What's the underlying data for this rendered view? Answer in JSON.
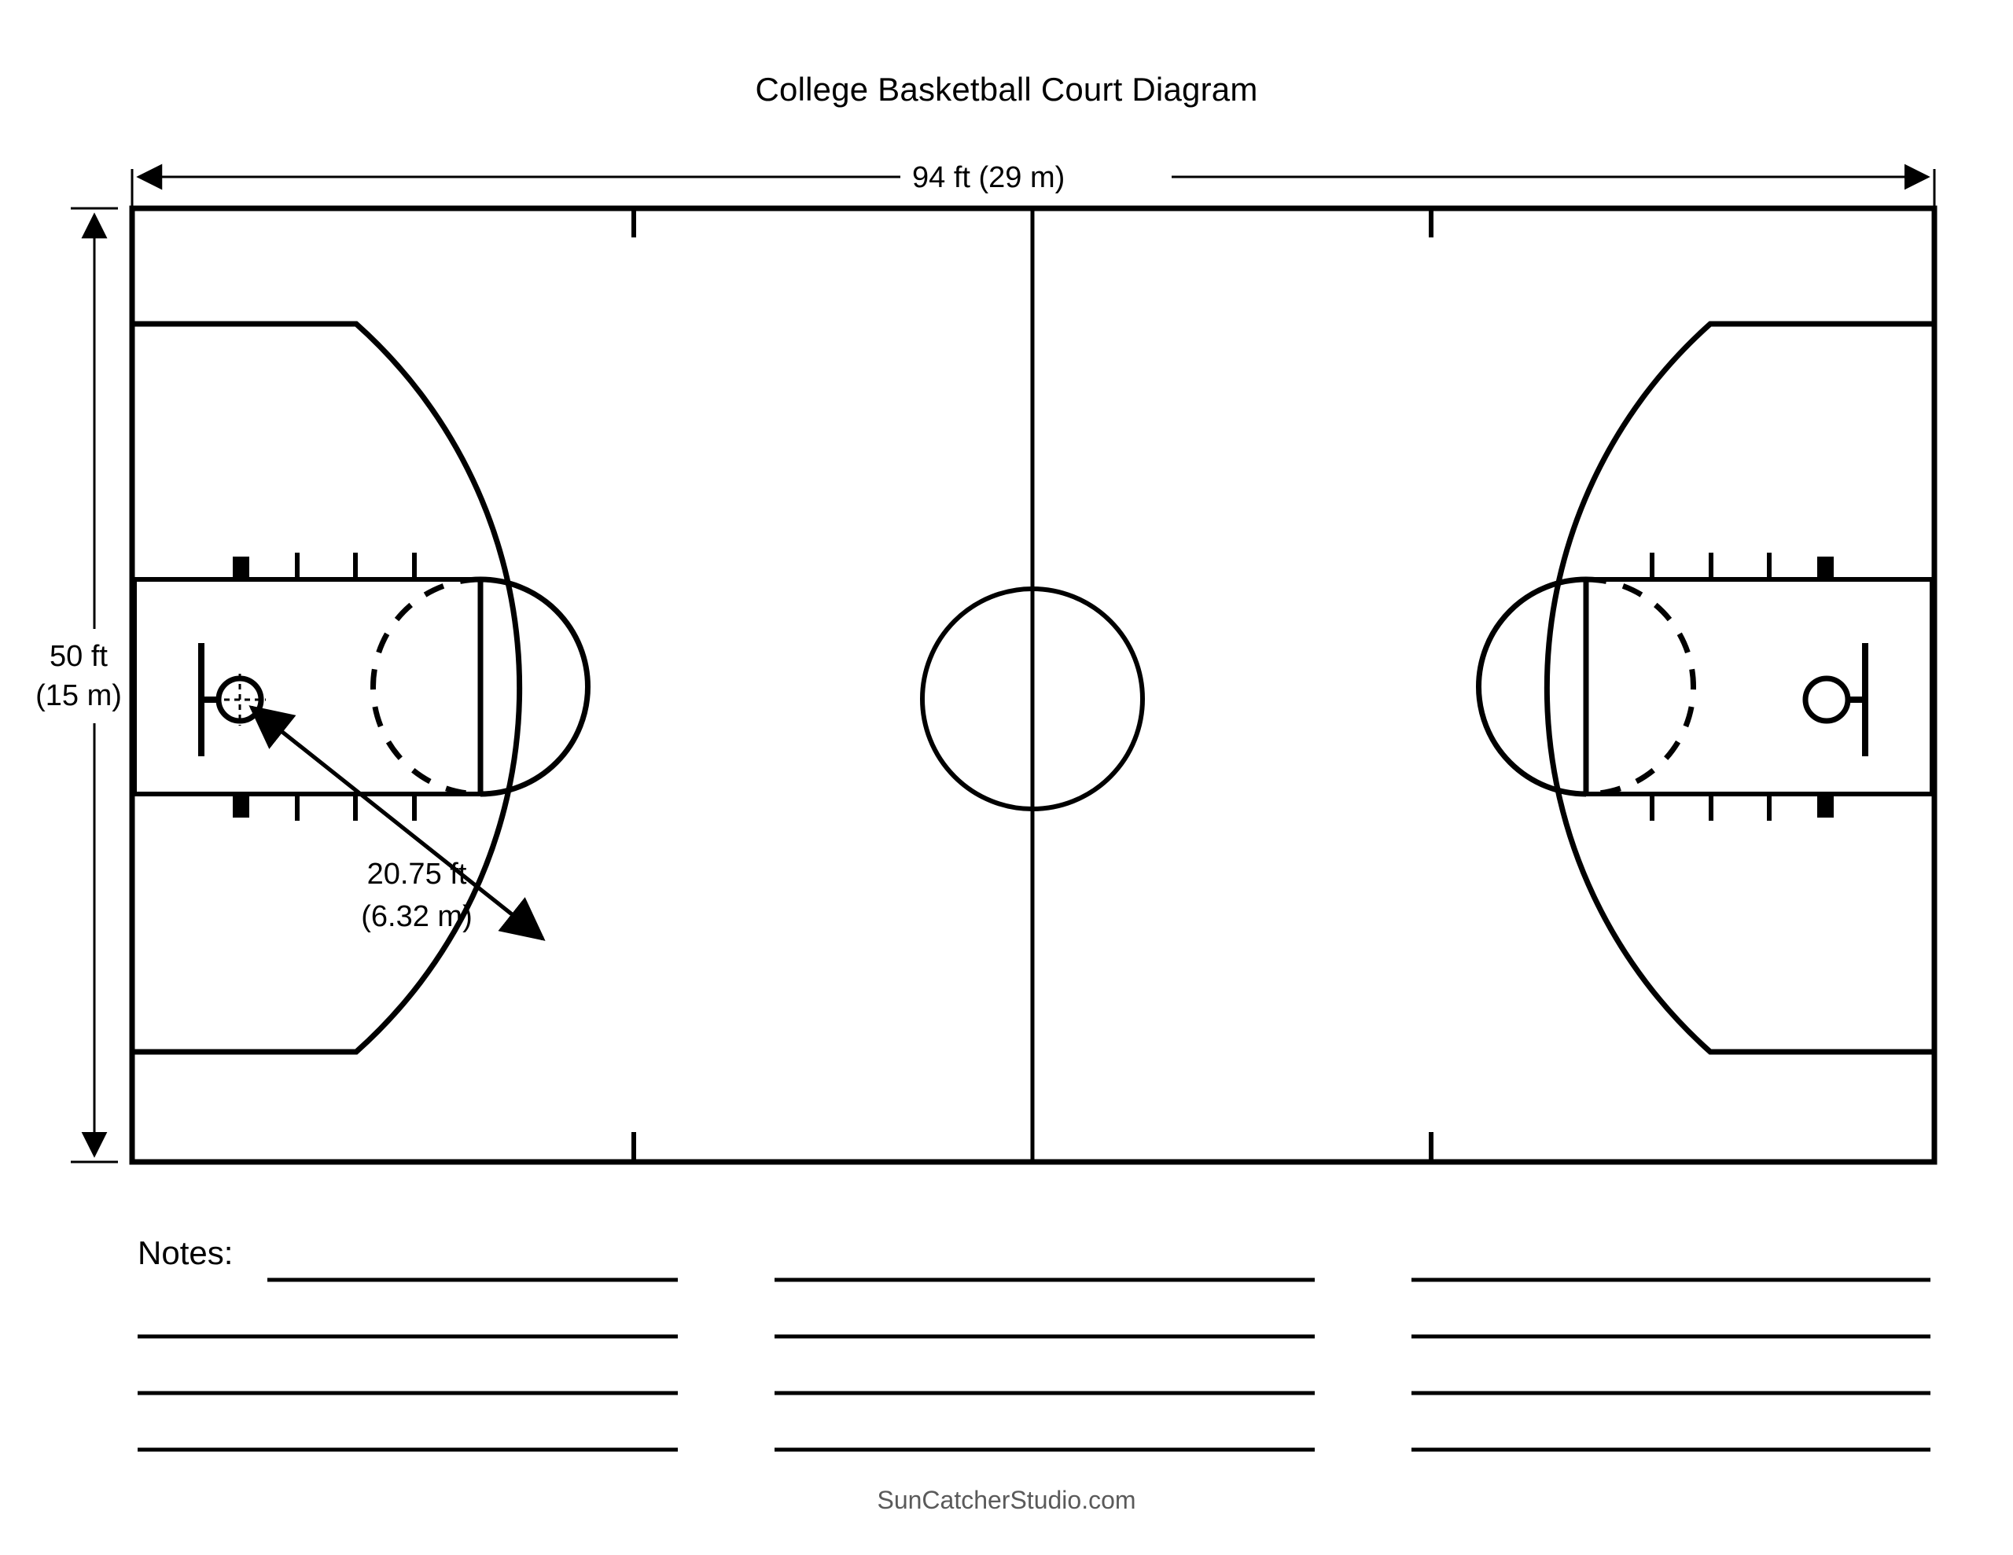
{
  "title": "College Basketball Court Diagram",
  "footer": {
    "credit": "SunCatcherStudio.com"
  },
  "notes": {
    "label": "Notes:",
    "rows": 4,
    "columns": 3
  },
  "dimensions": {
    "width_label": "94 ft (29 m)",
    "height_label_line1": "50 ft",
    "height_label_line2": "(15 m)",
    "three_point_label_line1": "20.75 ft",
    "three_point_label_line2": "(6.32 m)"
  },
  "colors": {
    "line": "#000000",
    "background": "#ffffff",
    "footer_text": "#5a5a5a"
  },
  "chart_data": {
    "type": "diagram",
    "title": "College Basketball Court Diagram",
    "subject": "NCAA college basketball court",
    "annotations": [
      {
        "name": "court-length",
        "text": "94 ft (29 m)",
        "orientation": "horizontal",
        "feet": 94,
        "meters": 29
      },
      {
        "name": "court-width",
        "text": "50 ft (15 m)",
        "orientation": "vertical",
        "feet": 50,
        "meters": 15
      },
      {
        "name": "three-point-radius",
        "text": "20.75 ft (6.32 m)",
        "feet": 20.75,
        "meters": 6.32
      }
    ],
    "features": [
      "court-boundary",
      "midcourt-line",
      "center-circle",
      "left-three-point-line",
      "right-three-point-line",
      "left-key",
      "right-key",
      "left-free-throw-line",
      "right-free-throw-line",
      "left-free-throw-circle-solid",
      "left-free-throw-circle-dashed",
      "right-free-throw-circle-solid",
      "right-free-throw-circle-dashed",
      "left-backboard",
      "left-hoop",
      "right-backboard",
      "right-hoop",
      "lane-markers",
      "sideline-hash-marks"
    ],
    "lane_markers_per_side": 4,
    "sideline_hash_marks": 4,
    "notes_lines_total": 12
  }
}
